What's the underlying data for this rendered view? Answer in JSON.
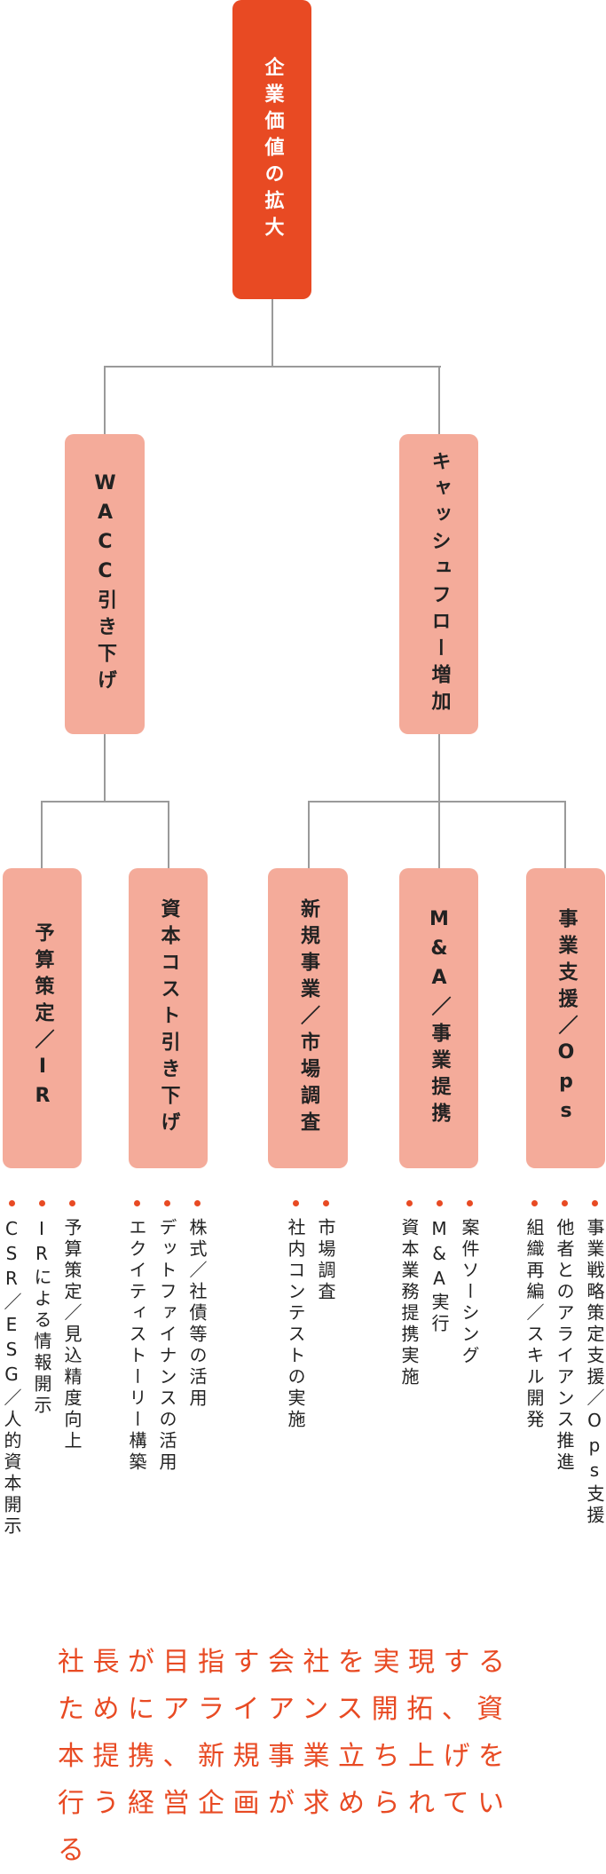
{
  "root": {
    "label": "企業価値の拡大",
    "color": "#e84a23"
  },
  "level2": [
    {
      "label": "WACC引き下げ"
    },
    {
      "label": "キャッシュフロー増加"
    }
  ],
  "level3": [
    {
      "label": "予算策定／IR",
      "items": [
        "予算策定／見込精度向上",
        "IRによる情報開示",
        "CSR／ESG／人的資本開示"
      ]
    },
    {
      "label": "資本コスト引き下げ",
      "items": [
        "株式／社債等の活用",
        "デットファイナンスの活用",
        "エクイティストーリー構築"
      ]
    },
    {
      "label": "新規事業／市場調査",
      "items": [
        "市場調査",
        "社内コンテストの実施"
      ]
    },
    {
      "label": "M&A／事業提携",
      "items": [
        "案件ソーシング",
        "M&A実行",
        "資本業務提携実施"
      ]
    },
    {
      "label": "事業支援／Ops",
      "items": [
        "事業戦略策定支援／Ops支援",
        "他者とのアライアンス推進",
        "組織再編／スキル開発"
      ]
    }
  ],
  "colors": {
    "accent": "#e84a23",
    "node": "#f4ab9a",
    "connector": "#9a9a9a",
    "text": "#222222"
  },
  "summary": "社長が目指す会社を実現するためにアライアンス開拓、資本提携、新規事業立ち上げを行う経営企画が求められている"
}
